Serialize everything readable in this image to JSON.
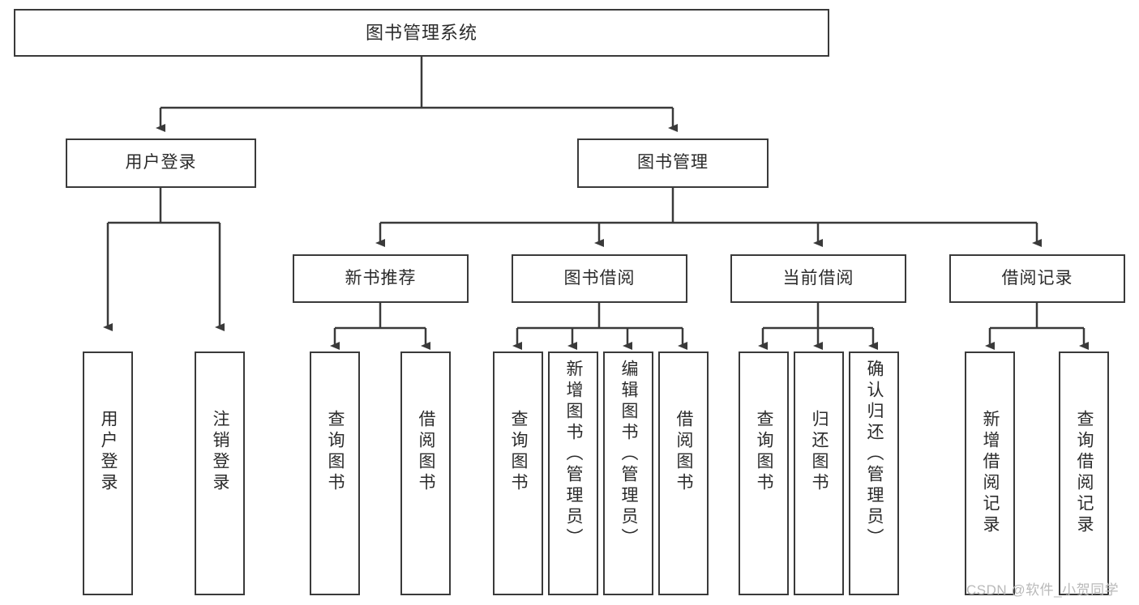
{
  "diagram": {
    "title": "图书管理系统",
    "type": "tree-hierarchy-chart",
    "root": {
      "label": "图书管理系统"
    },
    "level2": [
      {
        "label": "用户登录"
      },
      {
        "label": "图书管理"
      }
    ],
    "level3": [
      {
        "label": "新书推荐"
      },
      {
        "label": "图书借阅"
      },
      {
        "label": "当前借阅"
      },
      {
        "label": "借阅记录"
      }
    ],
    "leaves": {
      "user_login": [
        {
          "label": "用户登录"
        },
        {
          "label": "注销登录"
        }
      ],
      "new_book_recommend": [
        {
          "label": "查询图书"
        },
        {
          "label": "借阅图书"
        }
      ],
      "book_borrow": [
        {
          "label": "查询图书"
        },
        {
          "label": "新增图书（管理员）"
        },
        {
          "label": "编辑图书（管理员）"
        },
        {
          "label": "借阅图书"
        }
      ],
      "current_borrow": [
        {
          "label": "查询图书"
        },
        {
          "label": "归还图书"
        },
        {
          "label": "确认归还（管理员）"
        }
      ],
      "borrow_record": [
        {
          "label": "新增借阅记录"
        },
        {
          "label": "查询借阅记录"
        }
      ]
    }
  },
  "watermark": {
    "text": "CSDN @软件_小贺同学"
  },
  "colors": {
    "stroke": "#3a3a3a",
    "text": "#2b2b2b",
    "background": "#ffffff",
    "watermark": "#b9b9b9"
  }
}
